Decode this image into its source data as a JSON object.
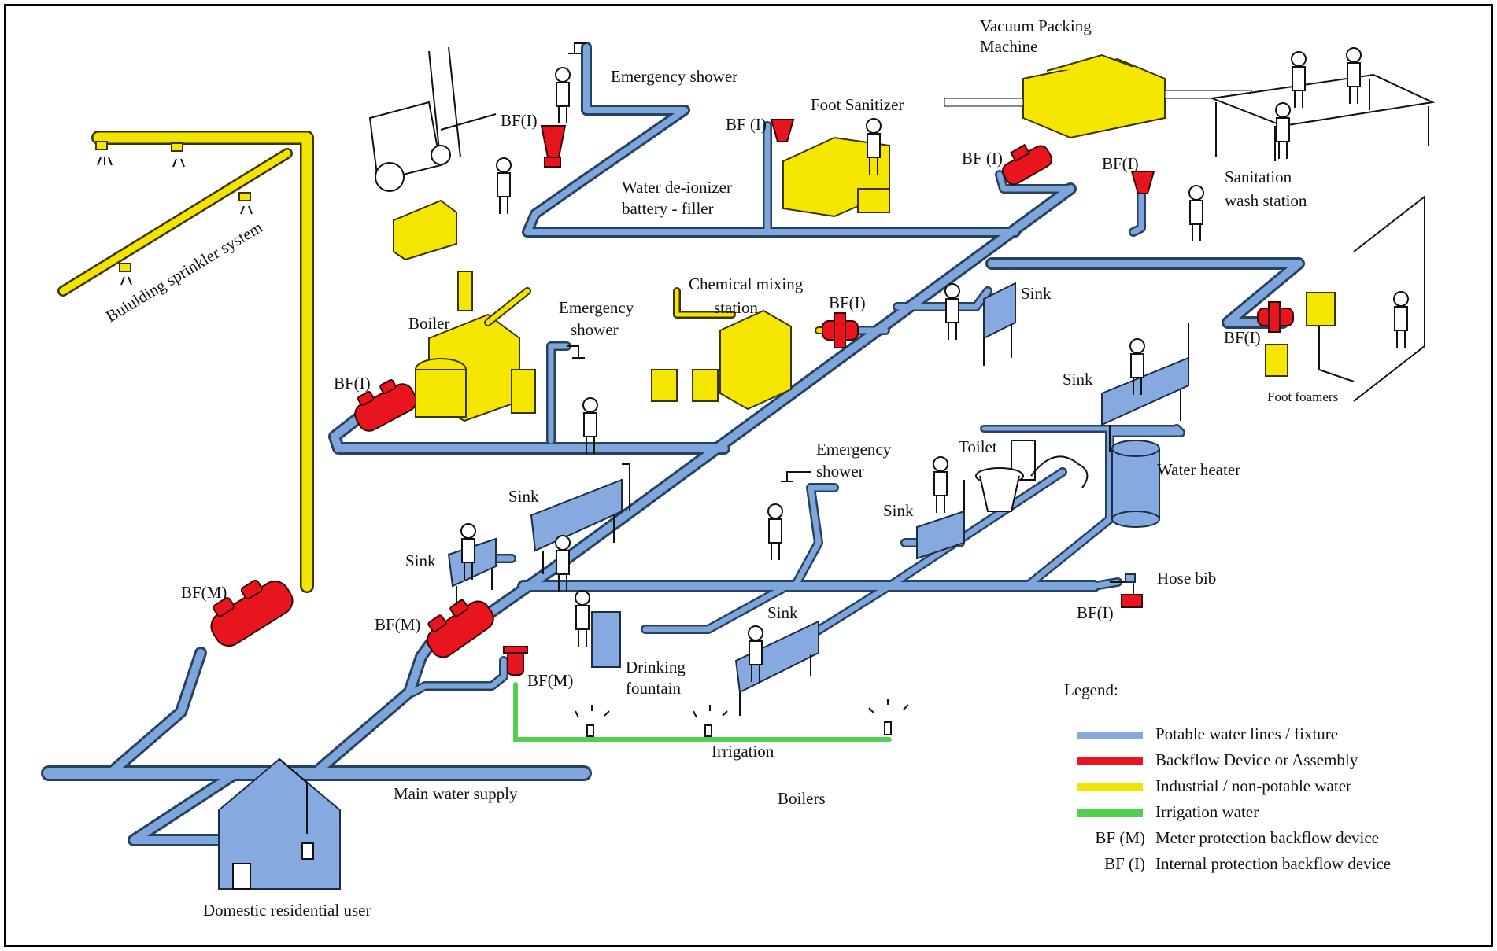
{
  "labels": {
    "vacuum_packing": "Vacuum Packing",
    "machine": "Machine",
    "emergency_shower_top": "Emergency shower",
    "bf_i_deionizer": "BF(I)",
    "bf_i_foot": "BF (I)",
    "foot_sanitizer": "Foot Sanitizer",
    "bf_i_vacuum": "BF (I)",
    "bf_i_sanitation": "BF(I)",
    "water_deionizer_1": "Water de-ionizer",
    "water_deionizer_2": "battery - filler",
    "sanitation_1": "Sanitation",
    "sanitation_2": "wash station",
    "sprinkler": "Buiulding sprinkler system",
    "chemical_1": "Chemical mixing",
    "chemical_2": "station",
    "bf_i_chemical": "BF(I)",
    "emergency_mid_1": "Emergency",
    "emergency_mid_2": "shower",
    "boiler": "Boiler",
    "sink_upper": "Sink",
    "bf_i_boiler": "BF(I)",
    "bf_i_foam": "BF(I)",
    "sink_right": "Sink",
    "foot_foamers": "Foot foamers",
    "emergency_low_1": "Emergency",
    "emergency_low_2": "shower",
    "toilet": "Toilet",
    "water_heater": "Water heater",
    "sink_a": "Sink",
    "sink_b": "Sink",
    "sink_c": "Sink",
    "hose_bib": "Hose bib",
    "bf_m_main": "BF(M)",
    "bf_m_mid": "BF(M)",
    "bf_i_hose": "BF(I)",
    "sink_d": "Sink",
    "drinking_1": "Drinking",
    "drinking_2": "fountain",
    "bf_m_irrigation": "BF(M)",
    "irrigation": "Irrigation",
    "main_water_supply": "Main water supply",
    "boilers": "Boilers",
    "domestic": "Domestic residential user"
  },
  "legend": {
    "title": "Legend:",
    "items": [
      {
        "color": "#86a9df",
        "label": "Potable water lines / fixture"
      },
      {
        "color": "#e8141e",
        "label": "Backflow Device or Assembly"
      },
      {
        "color": "#f2e300",
        "label": "Industrial / non-potable water"
      },
      {
        "color": "#4fd14f",
        "label": "Irrigation water"
      }
    ],
    "abbr": [
      {
        "code": "BF (M)",
        "desc": "Meter protection backflow device"
      },
      {
        "code": "BF (I)",
        "desc": "Internal protection backflow device"
      }
    ]
  }
}
